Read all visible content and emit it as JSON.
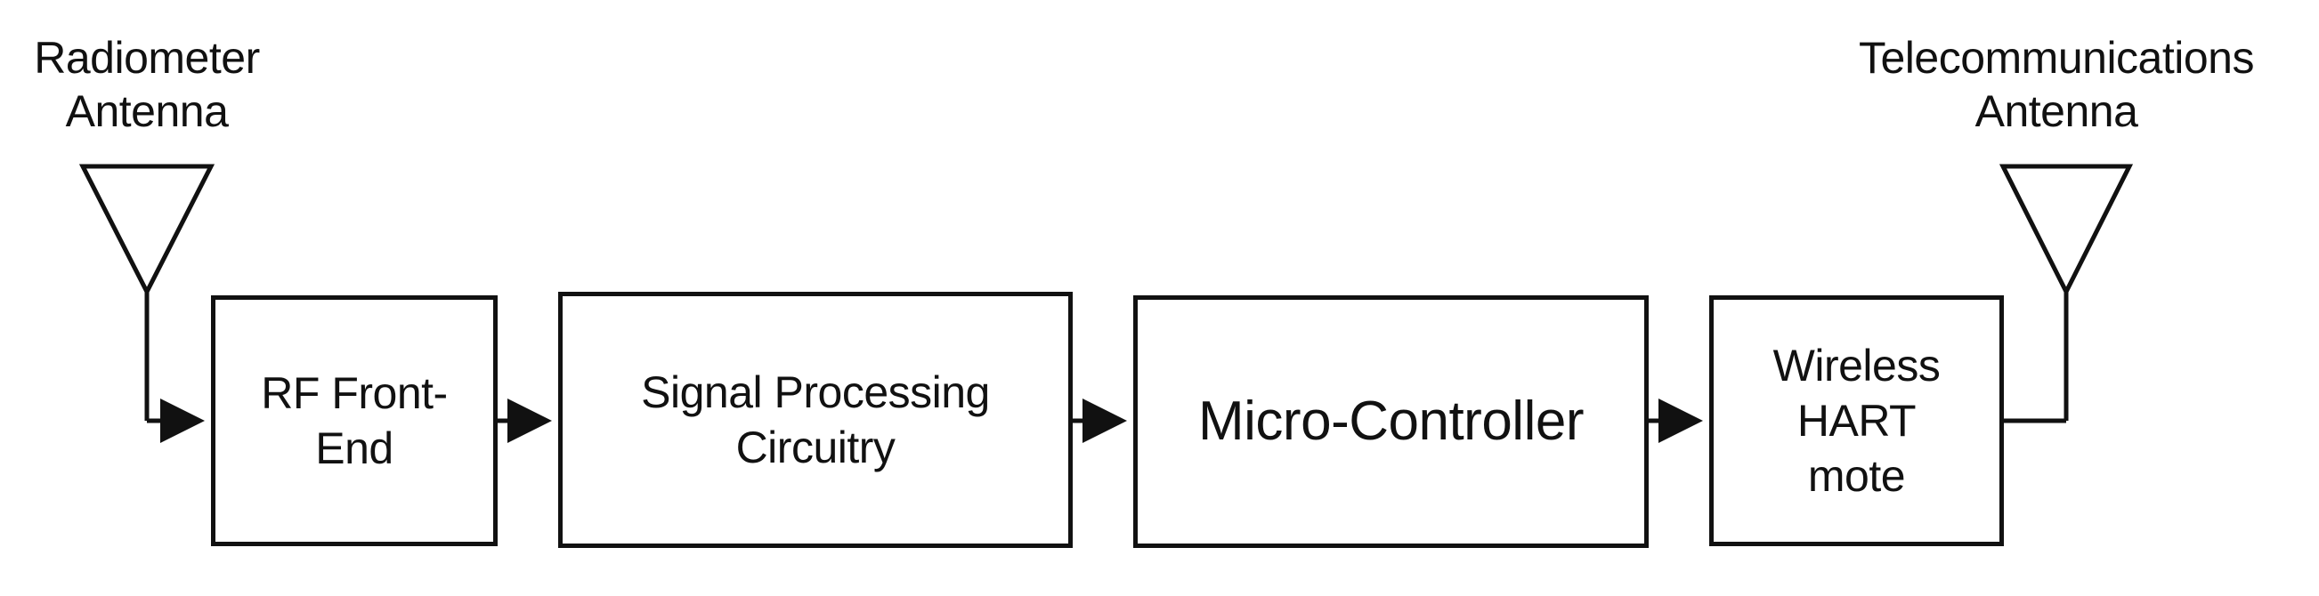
{
  "diagram": {
    "left_antenna": {
      "label": "Radiometer\nAntenna"
    },
    "right_antenna": {
      "label": "Telecommunications\nAntenna"
    },
    "blocks": [
      {
        "label": "RF Front-\nEnd"
      },
      {
        "label": "Signal Processing\nCircuitry"
      },
      {
        "label": "Micro-Controller"
      },
      {
        "label": "Wireless\nHART\nmote"
      }
    ]
  }
}
